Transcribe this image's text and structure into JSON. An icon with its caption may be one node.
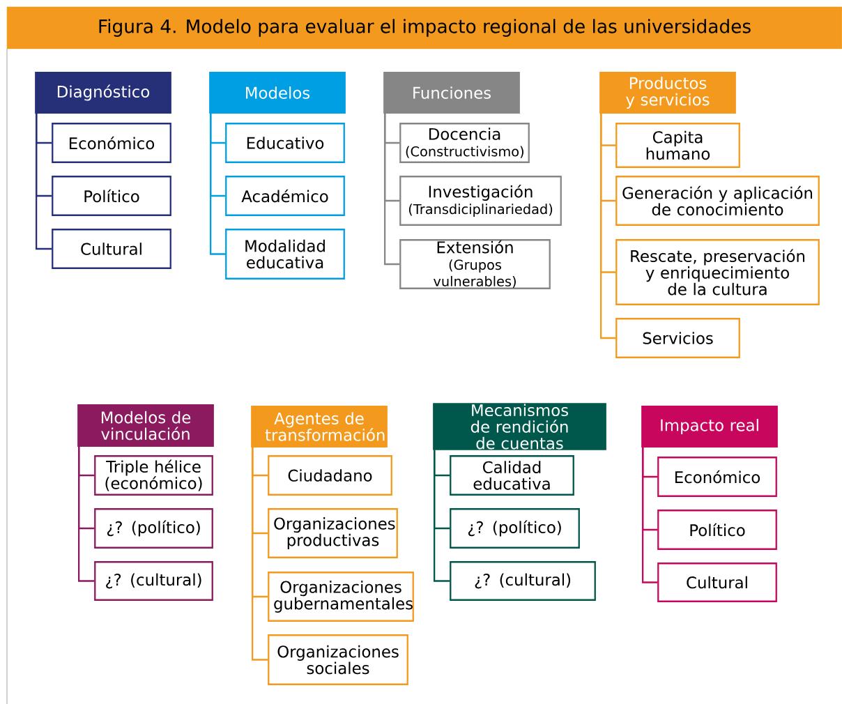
{
  "diagram": {
    "title": "Figura 4. Modelo para evaluar el impacto regional de las universidades",
    "nodes": [
      {
        "text": [
          "Diagnóstico"
        ]
      },
      {
        "text": [
          "Económico"
        ]
      },
      {
        "text": [
          "Político"
        ]
      },
      {
        "text": [
          "Cultural"
        ]
      },
      {
        "text": [
          "Modelos"
        ]
      },
      {
        "text": [
          "Educativo"
        ]
      },
      {
        "text": [
          "Académico"
        ]
      },
      {
        "text": [
          "Modalidad educativa"
        ]
      },
      {
        "text": [
          "Funciones"
        ]
      },
      {
        "text": [
          "Docencia",
          "(Constructivismo)"
        ]
      },
      {
        "text": [
          "Investigación",
          "(Transdiciplinariedad)"
        ]
      },
      {
        "text": [
          "Extensión",
          "(Grupos vulnerables)"
        ]
      },
      {
        "text": [
          "Productos y servicios"
        ]
      },
      {
        "text": [
          "Capita humano"
        ]
      },
      {
        "text": [
          "Generación y aplicación de conocimiento"
        ]
      },
      {
        "text": [
          "Rescate, preservación y enriquecimiento de la cultura"
        ]
      },
      {
        "text": [
          "Servicios"
        ]
      },
      {
        "text": [
          "Modelos de vinculación"
        ]
      },
      {
        "text": [
          "Triple hélice (económico)"
        ]
      },
      {
        "text": [
          "¿? (político)"
        ]
      },
      {
        "text": [
          "¿? (cultural)"
        ]
      },
      {
        "text": [
          "Agentes de transformación"
        ]
      },
      {
        "text": [
          "Ciudadano"
        ]
      },
      {
        "text": [
          "Organizaciones productivas"
        ]
      },
      {
        "text": [
          "Organizaciones gubernamentales"
        ]
      },
      {
        "text": [
          "Organizaciones sociales"
        ]
      },
      {
        "text": [
          "Mecanismos de rendición de cuentas"
        ]
      },
      {
        "text": [
          "Calidad educativa"
        ]
      },
      {
        "text": [
          "¿? (político)"
        ]
      },
      {
        "text": [
          "¿? (cultural)"
        ]
      },
      {
        "text": [
          "Impacto real"
        ]
      },
      {
        "text": [
          "Económico"
        ]
      },
      {
        "text": [
          "Político"
        ]
      },
      {
        "text": [
          "Cultural"
        ]
      }
    ],
    "edges": [
      {
        "from": 0,
        "to": 1,
        "arrow": "none",
        "color": "#263079"
      },
      {
        "from": 0,
        "to": 2,
        "arrow": "none",
        "color": "#263079"
      },
      {
        "from": 0,
        "to": 3,
        "arrow": "none",
        "color": "#263079"
      },
      {
        "from": 4,
        "to": 5,
        "arrow": "none",
        "color": "#009fe3"
      },
      {
        "from": 4,
        "to": 6,
        "arrow": "none",
        "color": "#009fe3"
      },
      {
        "from": 4,
        "to": 7,
        "arrow": "none",
        "color": "#009fe3"
      },
      {
        "from": 8,
        "to": 9,
        "arrow": "none",
        "color": "#868686"
      },
      {
        "from": 8,
        "to": 10,
        "arrow": "none",
        "color": "#868686"
      },
      {
        "from": 8,
        "to": 11,
        "arrow": "none",
        "color": "#868686"
      },
      {
        "from": 12,
        "to": 13,
        "arrow": "none"
      },
      {
        "from": 12,
        "to": 14,
        "arrow": "none"
      },
      {
        "from": 12,
        "to": 15,
        "arrow": "none"
      },
      {
        "from": 12,
        "to": 16,
        "arrow": "none"
      },
      {
        "from": 17,
        "to": 18,
        "arrow": "none",
        "color": "#8b1a5e"
      },
      {
        "from": 17,
        "to": 19,
        "arrow": "none",
        "color": "#8b1a5e"
      },
      {
        "from": 17,
        "to": 20,
        "arrow": "none",
        "color": "#8b1a5e"
      },
      {
        "from": 21,
        "to": 22,
        "arrow": "none"
      },
      {
        "from": 21,
        "to": 23,
        "arrow": "none"
      },
      {
        "from": 21,
        "to": 24,
        "arrow": "none"
      },
      {
        "from": 21,
        "to": 25,
        "arrow": "none"
      },
      {
        "from": 26,
        "to": 27,
        "arrow": "none",
        "color": "#00574b"
      },
      {
        "from": 26,
        "to": 28,
        "arrow": "none",
        "color": "#00574b"
      },
      {
        "from": 26,
        "to": 29,
        "arrow": "none",
        "color": "#00574b"
      },
      {
        "from": 30,
        "to": 31,
        "arrow": "none",
        "color": "#c8065e"
      },
      {
        "from": 30,
        "to": 32,
        "arrow": "none",
        "color": "#c8065e"
      },
      {
        "from": 30,
        "to": 33,
        "arrow": "none",
        "color": "#c8065e"
      }
    ]
  }
}
